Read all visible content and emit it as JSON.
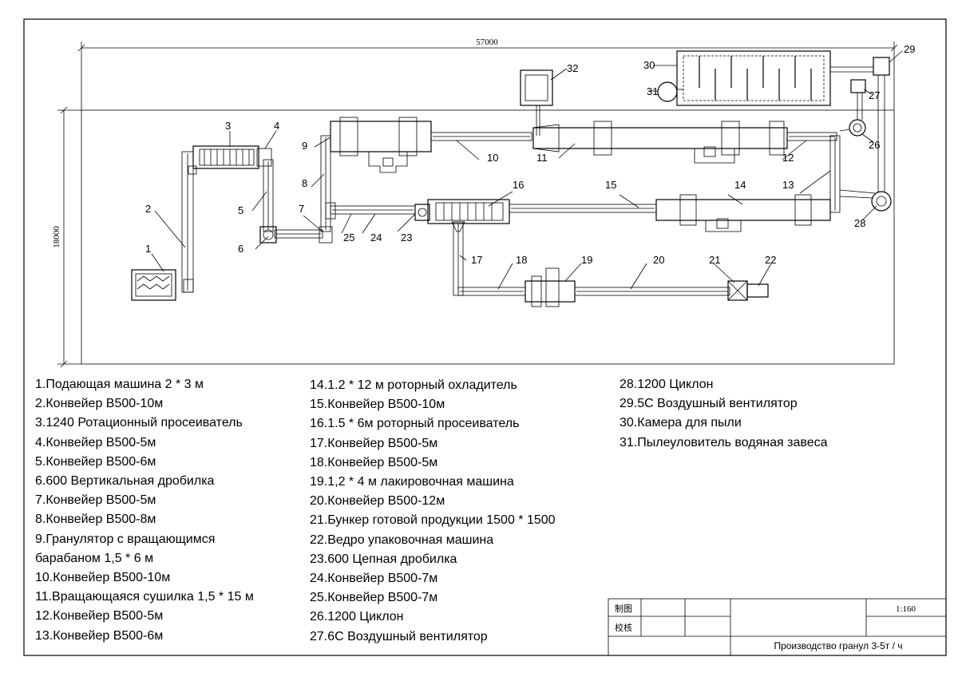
{
  "dimensions": {
    "width": "57000",
    "height": "18000"
  },
  "labels": [
    "1",
    "2",
    "3",
    "4",
    "5",
    "6",
    "7",
    "8",
    "9",
    "10",
    "11",
    "12",
    "13",
    "14",
    "15",
    "16",
    "17",
    "18",
    "19",
    "20",
    "21",
    "22",
    "23",
    "24",
    "25",
    "26",
    "27",
    "28",
    "29",
    "30",
    "31",
    "32"
  ],
  "legend": {
    "col1": [
      "1.Подающая машина 2 * 3 м",
      "2.Конвейер B500-10м",
      "3.1240 Ротационный просеиватель",
      "4.Конвейер B500-5м",
      "5.Конвейер B500-6м",
      "6.600 Вертикальная дробилка",
      "7.Конвейер B500-5м",
      "8.Конвейер B500-8м",
      "9.Гранулятор с вращающимся",
      "барабаном 1,5 * 6 м",
      "10.Конвейер B500-10м",
      "11.Вращающаяся сушилка 1,5 * 15 м",
      "12.Конвейер B500-5м",
      "13.Конвейер B500-6м"
    ],
    "col2": [
      "14.1.2 * 12 м роторный охладитель",
      "15.Конвейер B500-10м",
      "16.1.5 * 6м роторный просеиватель",
      "17.Конвейер B500-5м",
      "18.Конвейер B500-5м",
      "19.1,2 * 4 м лакировочная машина",
      "20.Конвейер B500-12м",
      "21.Бункер готовой продукции 1500 * 1500",
      "22.Ведро упаковочная машина",
      "23.600 Цепная дробилка",
      "24.Конвейер B500-7м",
      "25.Конвейер B500-7м",
      "26.1200 Циклон",
      "27.6C Воздушный вентилятор"
    ],
    "col3": [
      "28.1200 Циклон",
      "29.5C Воздушный вентилятор",
      "30.Камера для пыли",
      "31.Пылеуловитель водяная завеса"
    ]
  },
  "title_block": {
    "drawn": "制图",
    "checked": "校核",
    "scale": "1:160",
    "title": "Производство гранул 3-5т / ч"
  }
}
